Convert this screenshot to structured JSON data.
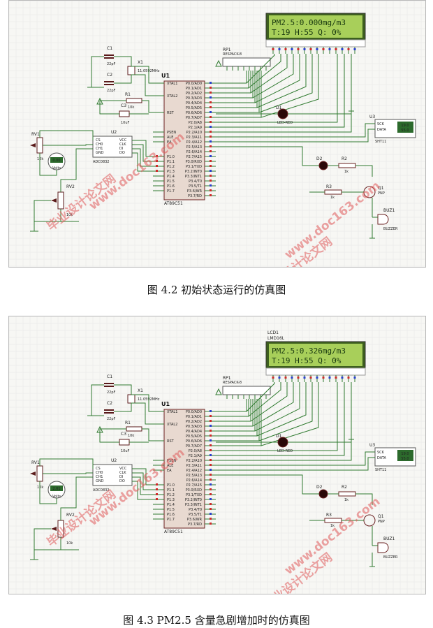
{
  "figures": [
    {
      "caption": "图 4.2  初始状态运行的仿真图",
      "lcd": {
        "label": "",
        "model": "",
        "line1": "PM2.5:0.000mg/m3",
        "line2": "T:19 H:55 Q: 0%"
      },
      "sht_display": {
        "temp": "19.0",
        "hum": "55.0"
      },
      "pot_reading": "0.00",
      "watermark": [
        "毕业设计论文网",
        "www.doc163.com"
      ]
    },
    {
      "caption": "图 4.3 PM2.5 含量急剧增加时的仿真图",
      "lcd": {
        "label": "LCD1",
        "model": "LMD16L",
        "line1": "PM2.5:0.326mg/m3",
        "line2": "T:19 H:55 Q: 0%"
      },
      "sht_display": {
        "temp": "19.0",
        "hum": "55.0"
      },
      "pot_reading": "2.61",
      "watermark": [
        "毕业设计论文网",
        "www.doc163.com"
      ]
    }
  ],
  "labels": {
    "mcu": "U1",
    "mcu_model": "AT89C51",
    "adc": "U2",
    "adc_model": "ADC0832",
    "sensor": "U3",
    "sensor_model": "SHT11",
    "rpack": "RP1",
    "rpack_model": "RESPACK-8",
    "crystal": "X1",
    "crystal_val": "11.0592MHz",
    "c1": "C1",
    "c2": "C2",
    "c3": "C3",
    "c_val": "22pF",
    "c3_val": "10uF",
    "r1": "R1",
    "r1_val": "10k",
    "r2": "R2",
    "r3": "R3",
    "r_val": "1k",
    "rv1": "RV1",
    "rv2": "RV2",
    "rv_val": "10k",
    "d1": "D1",
    "d1_model": "LED-RED",
    "d2": "D2",
    "q1": "Q1",
    "q1_model": "PNP",
    "buz": "BUZ1",
    "buz_model": "BUZZER",
    "pins_left": [
      "XTAL1",
      "XTAL2",
      "RST",
      "PSEN",
      "ALE",
      "EA",
      "P1.0",
      "P1.1",
      "P1.2",
      "P1.3",
      "P1.4",
      "P1.5",
      "P1.6",
      "P1.7"
    ],
    "pins_right": [
      "P0.0/AD0",
      "P0.1/AD1",
      "P0.2/AD2",
      "P0.3/AD3",
      "P0.4/AD4",
      "P0.5/AD5",
      "P0.6/AD6",
      "P0.7/AD7",
      "P2.0/A8",
      "P2.1/A9",
      "P2.2/A10",
      "P2.3/A11",
      "P2.4/A12",
      "P2.5/A13",
      "P2.6/A14",
      "P2.7/A15",
      "P3.0/RXD",
      "P3.1/TXD",
      "P3.2/INT0",
      "P3.3/INT1",
      "P3.4/T0",
      "P3.5/T1",
      "P3.6/WR",
      "P3.7/RD"
    ],
    "adc_pins": [
      "CS",
      "CH0",
      "CH1",
      "GND",
      "VCC",
      "CLK",
      "DI",
      "DO"
    ],
    "sht_pins": [
      "SCK",
      "DATA"
    ]
  }
}
